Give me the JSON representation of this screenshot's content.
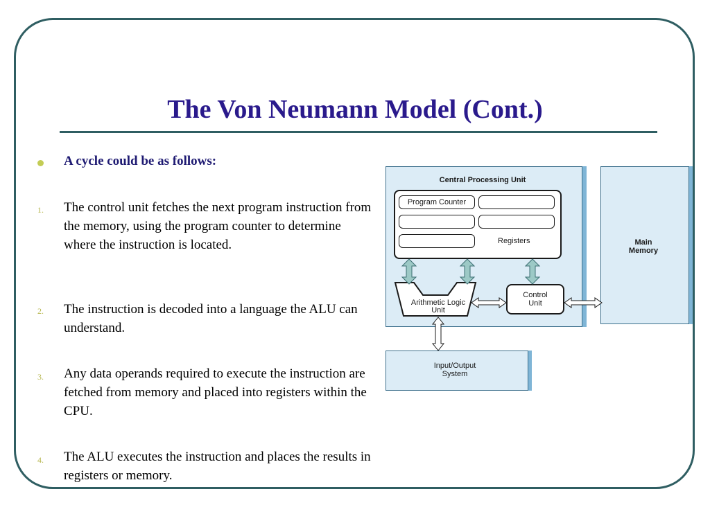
{
  "slide": {
    "title": "The Von Neumann Model (Cont.)",
    "lead": "A cycle could be as follows:",
    "items": [
      {
        "num": "1.",
        "text": "The control unit fetches the next program instruction from the memory, using the program counter to determine where the instruction is located."
      },
      {
        "num": "2.",
        "text": "The instruction is decoded into a language the ALU can understand."
      },
      {
        "num": "3.",
        "text": "Any data operands required to execute the instruction are fetched from memory and placed into registers within the CPU."
      },
      {
        "num": "4.",
        "text": "The ALU executes the instruction and places the results in registers or memory."
      }
    ]
  },
  "diagram": {
    "cpu_label": "Central Processing Unit",
    "program_counter": "Program Counter",
    "registers_label": "Registers",
    "alu_line1": "Arithmetic Logic",
    "alu_line2": "Unit",
    "control_line1": "Control",
    "control_line2": "Unit",
    "memory_line1": "Main",
    "memory_line2": "Memory",
    "io_line1": "Input/Output",
    "io_line2": "System"
  },
  "colors": {
    "title": "#2a1a8c",
    "frame": "#2f5e62",
    "box_fill": "#dcecf6",
    "arrow_fill": "#9cc9c6"
  }
}
